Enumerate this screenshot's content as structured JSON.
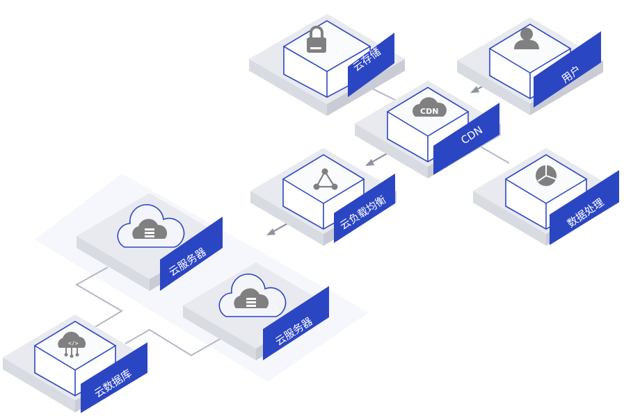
{
  "nodes": {
    "cloud_storage": {
      "label": "云存储",
      "icon": "lock-icon"
    },
    "user": {
      "label": "用户",
      "icon": "user-icon"
    },
    "cdn": {
      "label": "CDN",
      "icon": "cdn-cloud-icon",
      "icon_text": "CDN"
    },
    "data_processing": {
      "label": "数据处理",
      "icon": "pie-chart-icon"
    },
    "load_balancer": {
      "label": "云负载均衡",
      "icon": "share-node-icon"
    },
    "cloud_server_1": {
      "label": "云服务器",
      "icon": "server-cloud-icon"
    },
    "cloud_server_2": {
      "label": "云服务器",
      "icon": "server-cloud-icon"
    },
    "cloud_database": {
      "label": "云数据库",
      "icon": "database-cloud-icon"
    }
  },
  "colors": {
    "accent": "#2b46c2",
    "icon_gray": "#808080",
    "platform_top": "#e9eaef",
    "platform_side": "#d4d6de"
  }
}
